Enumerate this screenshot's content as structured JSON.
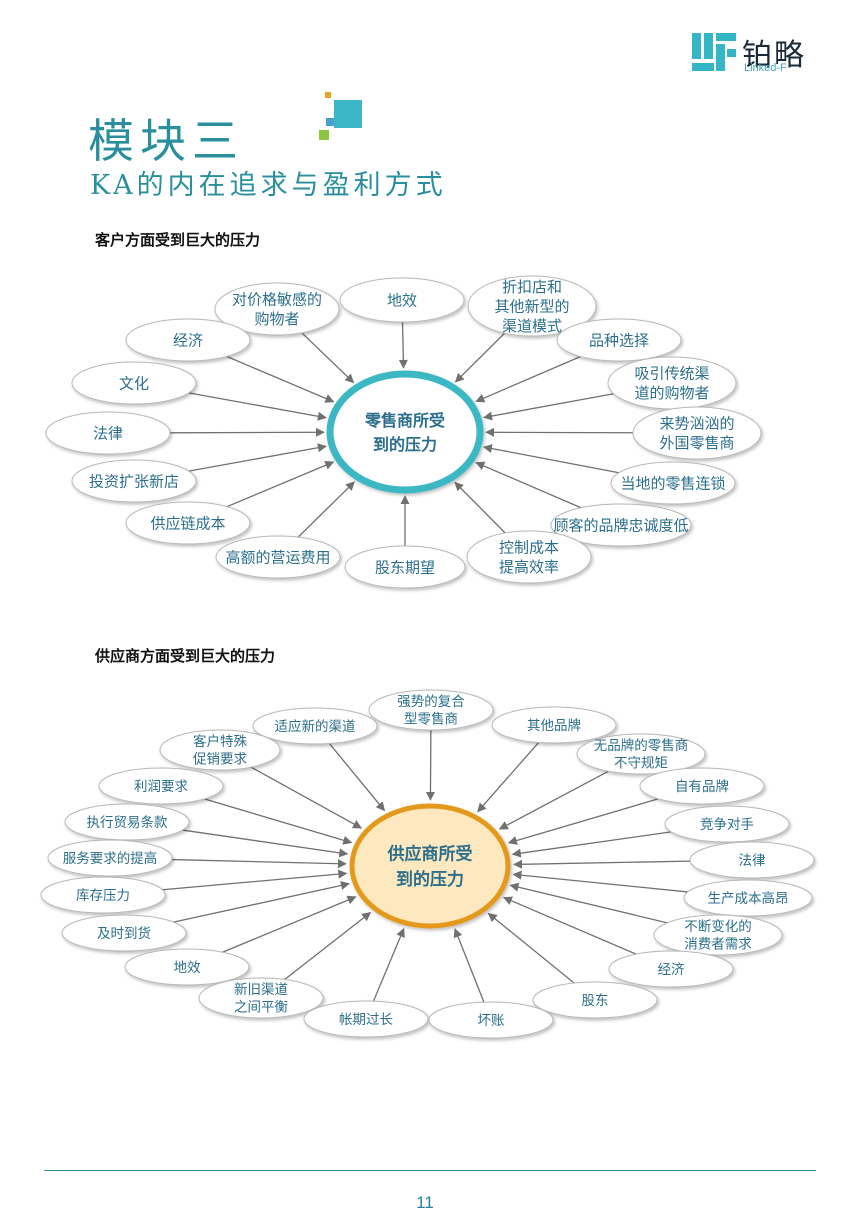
{
  "header": {
    "logo_text": "铂略",
    "logo_sub": "Linked-F"
  },
  "module": {
    "title": "模块三",
    "subtitle": "KA的内在追求与盈利方式"
  },
  "diagram1": {
    "heading": "客户方面受到巨大的压力",
    "center": [
      "零售商所受",
      "到的压力"
    ],
    "accent": "#3bb8c4",
    "nodes": [
      [
        "对价格敏感的",
        "购物者"
      ],
      [
        "地效"
      ],
      [
        "折扣店和",
        "其他新型的",
        "渠道模式"
      ],
      [
        "经济"
      ],
      [
        "品种选择"
      ],
      [
        "文化"
      ],
      [
        "吸引传统渠",
        "道的购物者"
      ],
      [
        "法律"
      ],
      [
        "来势汹汹的",
        "外国零售商"
      ],
      [
        "投资扩张新店"
      ],
      [
        "当地的零售连锁"
      ],
      [
        "供应链成本"
      ],
      [
        "顾客的品牌忠诚度低"
      ],
      [
        "高额的营运费用"
      ],
      [
        "股东期望"
      ],
      [
        "控制成本",
        "提高效率"
      ]
    ]
  },
  "diagram2": {
    "heading": "供应商方面受到巨大的压力",
    "center": [
      "供应商所受",
      "到的压力"
    ],
    "accent": "#e39a1f",
    "center_fill": "#fde8bf",
    "nodes": [
      [
        "强势的复合",
        "型零售商"
      ],
      [
        "适应新的渠道"
      ],
      [
        "其他品牌"
      ],
      [
        "客户特殊",
        "促销要求"
      ],
      [
        "无品牌的零售商",
        "不守规矩"
      ],
      [
        "利润要求"
      ],
      [
        "自有品牌"
      ],
      [
        "执行贸易条款"
      ],
      [
        "竞争对手"
      ],
      [
        "服务要求的提高"
      ],
      [
        "法律"
      ],
      [
        "库存压力"
      ],
      [
        "生产成本高昂"
      ],
      [
        "及时到货"
      ],
      [
        "不断变化的",
        "消费者需求"
      ],
      [
        "地效"
      ],
      [
        "经济"
      ],
      [
        "新旧渠道",
        "之间平衡"
      ],
      [
        "股东"
      ],
      [
        "帐期过长"
      ],
      [
        "坏账"
      ]
    ]
  },
  "footer": {
    "page_number": "11"
  }
}
